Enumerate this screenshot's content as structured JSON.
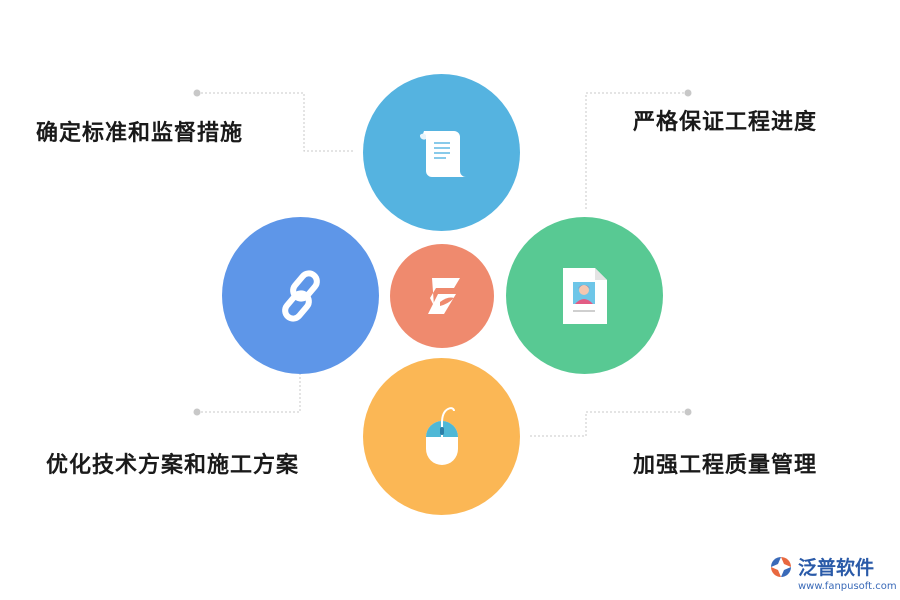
{
  "items": [
    {
      "label": "确定标准和监督措施",
      "color": "#55b3e0",
      "icon": "scroll-icon"
    },
    {
      "label": "严格保证工程进度",
      "color": "#58c993",
      "icon": "id-card-icon"
    },
    {
      "label": "优化技术方案和施工方案",
      "color": "#5e96e8",
      "icon": "chain-link-icon"
    },
    {
      "label": "加强工程质量管理",
      "color": "#fbb755",
      "icon": "mouse-icon"
    }
  ],
  "center": {
    "color": "#ef8a6e",
    "icon": "brand-icon"
  },
  "logo": {
    "name": "泛普软件",
    "url": "www.fanpusoft.com"
  }
}
